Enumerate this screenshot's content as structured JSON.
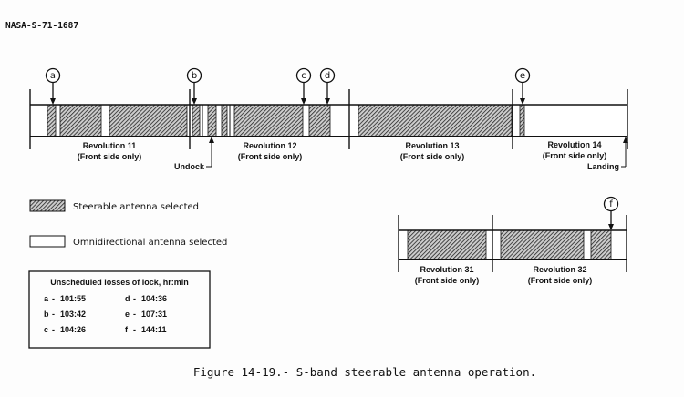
{
  "header": {
    "doc_id": "NASA-S-71-1687"
  },
  "top_timeline": {
    "revolutions": [
      {
        "title": "Revolution 11",
        "note": "(Front side only)"
      },
      {
        "title": "Revolution 12",
        "note": "(Front side only)"
      },
      {
        "title": "Revolution 13",
        "note": "(Front side only)"
      },
      {
        "title": "Revolution 14",
        "note": "(Front side only)"
      }
    ],
    "events": {
      "undock": "Undock",
      "landing": "Landing"
    }
  },
  "bottom_timeline": {
    "revolutions": [
      {
        "title": "Revolution 31",
        "note": "(Front side only)"
      },
      {
        "title": "Revolution 32",
        "note": "(Front side only)"
      }
    ]
  },
  "markers": [
    "a",
    "b",
    "c",
    "d",
    "e",
    "f"
  ],
  "legend": {
    "steerable": "Steerable antenna selected",
    "omni": "Omnidirectional antenna selected"
  },
  "losses_table": {
    "title": "Unscheduled losses of lock, hr:min",
    "entries": [
      {
        "id": "a",
        "time": "101:55"
      },
      {
        "id": "b",
        "time": "103:42"
      },
      {
        "id": "c",
        "time": "104:26"
      },
      {
        "id": "d",
        "time": "104:36"
      },
      {
        "id": "e",
        "time": "107:31"
      },
      {
        "id": "f",
        "time": "144:11"
      }
    ]
  },
  "caption": "Figure 14-19.- S-band steerable antenna operation."
}
